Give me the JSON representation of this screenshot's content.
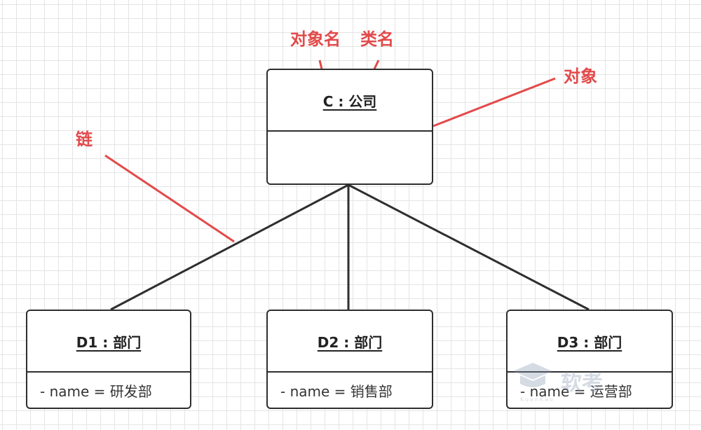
{
  "company": {
    "name": "C : 公司"
  },
  "departments": [
    {
      "name": "D1 : 部门",
      "attr": "- name = 研发部"
    },
    {
      "name": "D2 : 部门",
      "attr": "- name = 销售部"
    },
    {
      "name": "D3 : 部门",
      "attr": "- name = 运营部"
    }
  ],
  "annotations": {
    "object_name": "对象名",
    "class_name": "类名",
    "object": "对象",
    "link": "链"
  },
  "watermark": {
    "text": "软考",
    "sub": "KuanKao"
  },
  "colors": {
    "annotation": "#e24a4a",
    "line": "#2e2e2e",
    "grid": "#e4e4e4"
  }
}
